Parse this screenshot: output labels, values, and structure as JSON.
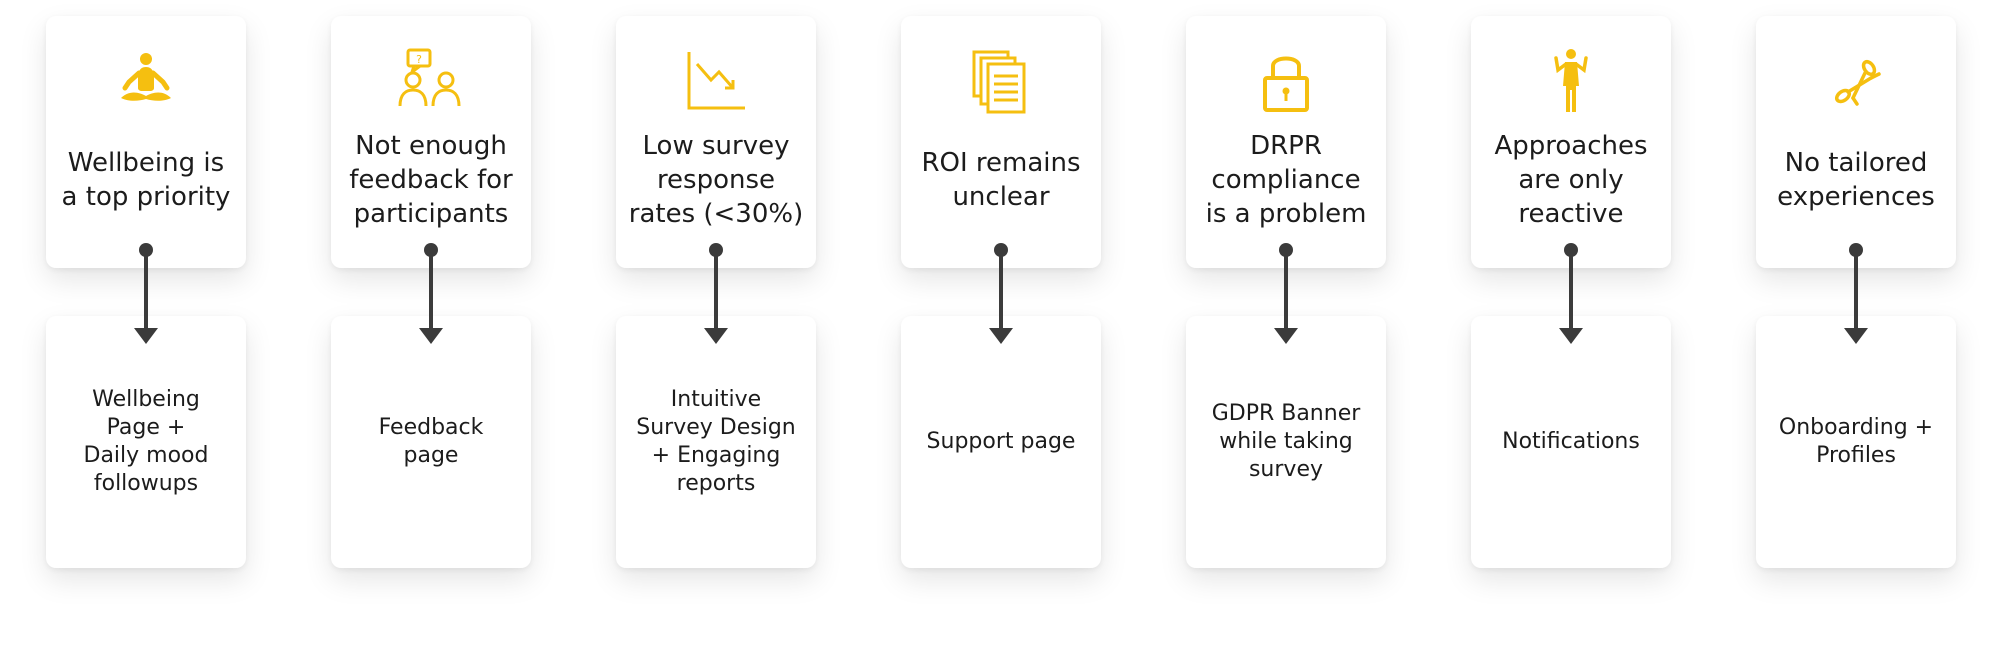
{
  "colors": {
    "accent": "#F5BF10",
    "connector": "#3b3b3b",
    "text": "#1c1c1c"
  },
  "columns": [
    {
      "icon": "meditation-icon",
      "problem": "Wellbeing is\na top priority",
      "solution": "Wellbeing\nPage +\nDaily mood\nfollowups"
    },
    {
      "icon": "people-question-icon",
      "problem": "Not enough\nfeedback for\nparticipants",
      "solution": "Feedback\npage"
    },
    {
      "icon": "chart-down-icon",
      "problem": "Low survey\nresponse\nrates (<30%)",
      "solution": "Intuitive\nSurvey Design\n+ Engaging\nreports"
    },
    {
      "icon": "documents-icon",
      "problem": "ROI remains\nunclear",
      "solution": "Support page"
    },
    {
      "icon": "lock-icon",
      "problem": "DRPR\ncompliance\nis a problem",
      "solution": "GDPR Banner\nwhile taking\nsurvey"
    },
    {
      "icon": "person-shrug-icon",
      "problem": "Approaches\nare only\nreactive",
      "solution": "Notifications"
    },
    {
      "icon": "scissors-icon",
      "problem": "No tailored\nexperiences",
      "solution": "Onboarding +\nProfiles"
    }
  ]
}
